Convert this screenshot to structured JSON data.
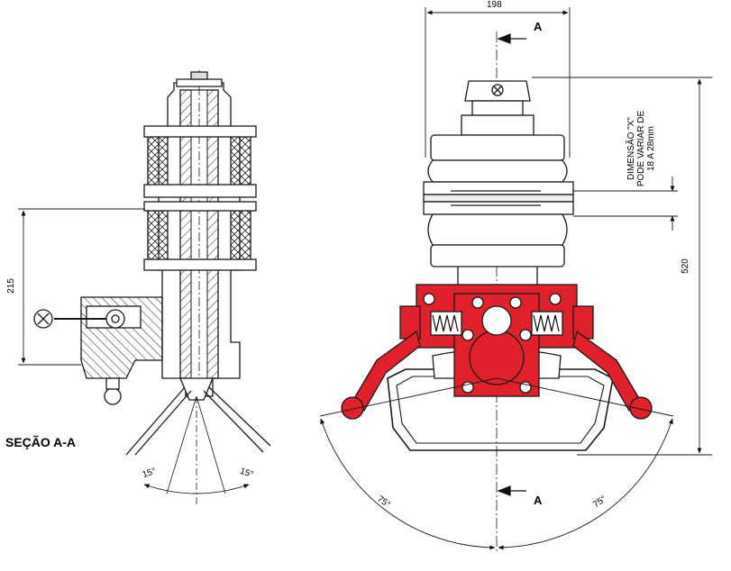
{
  "section_label": "SEÇÃO A-A",
  "dimensions": {
    "width": "198",
    "height_total": "520",
    "height_section": "215"
  },
  "section_marker": "A",
  "note": {
    "line1": "DIMENSÃO \"X\"",
    "line2": "PODE VARIAR DE",
    "line3": "18 A 28mm"
  },
  "angles": {
    "left_small": "15°",
    "right_small": "15°",
    "left_wide": "75°",
    "right_wide": "75°"
  },
  "colors": {
    "accent": "#e0202a",
    "line": "#1a1a1a"
  }
}
